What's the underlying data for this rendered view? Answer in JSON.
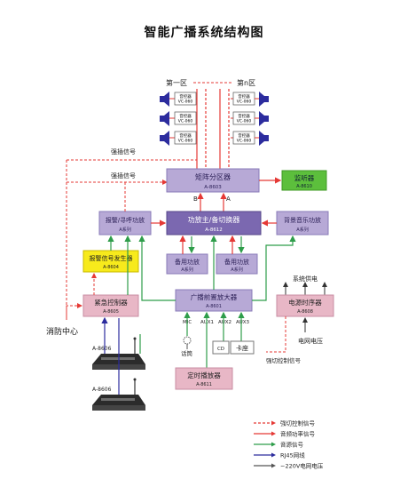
{
  "title": "智能广播系统结构图",
  "zones": {
    "first": "第一区",
    "nth": "第n区"
  },
  "volume_control": {
    "line1": "音控器",
    "line2": "VC-060"
  },
  "signals": {
    "force_insert_1": "强插信号",
    "force_insert_2": "强插信号"
  },
  "matrix": {
    "name": "矩阵分区器",
    "model": "A-8603",
    "port_b": "B",
    "port_a": "A"
  },
  "monitor": {
    "name": "监听器",
    "model": "A-8610"
  },
  "alarm_amp": {
    "name": "报警/寻呼功放",
    "series": "A系列"
  },
  "main_switch": {
    "name": "功放主/备切换器",
    "model": "A-8612"
  },
  "bg_amp": {
    "name": "背景音乐功放",
    "series": "A系列"
  },
  "alarm_gen": {
    "name": "报警信号发生器",
    "model": "A-8604"
  },
  "backup_amp_1": {
    "name": "备用功放",
    "series": "A系列"
  },
  "backup_amp_2": {
    "name": "备用功放",
    "series": "A系列"
  },
  "emergency": {
    "name": "紧急控制器",
    "model": "A-8605"
  },
  "preamp": {
    "name": "广播前置放大器",
    "model": "A-8601"
  },
  "power_seq": {
    "name": "电源时序器",
    "model": "A-8608"
  },
  "system_power": "系统供电",
  "fire_center": "消防中心",
  "mains_voltage": "电网电压",
  "force_cut_signal": "强切控制信号",
  "inputs": {
    "mic": "MIC",
    "aux1": "AUX1",
    "aux2": "AUX2",
    "aux3": "AUX3"
  },
  "microphone": "话筒",
  "cd": "CD",
  "cassette": "卡座",
  "timer_player": {
    "name": "定时播放器",
    "model": "A-8611"
  },
  "paging_station": {
    "model": "A-8606"
  },
  "legend": [
    {
      "label": "强切控制信号",
      "color": "#e53935",
      "style": "dashed"
    },
    {
      "label": "音频功率信号",
      "color": "#e53935",
      "style": "solid"
    },
    {
      "label": "音源信号",
      "color": "#2e9d4a",
      "style": "solid"
    },
    {
      "label": "RJ45网线",
      "color": "#2c2c9e",
      "style": "solid"
    },
    {
      "label": "~220V电网电压",
      "color": "#555555",
      "style": "solid"
    }
  ],
  "colors": {
    "purple_box": "#b7a9d6",
    "purple_header": "#7b68b0",
    "green_box": "#5cbf3c",
    "yellow_box": "#f7ea1c",
    "pink_box": "#e8b7c6",
    "red_line": "#e53935",
    "green_line": "#2e9d4a",
    "blue_line": "#2c2c9e",
    "gray_line": "#555555"
  }
}
